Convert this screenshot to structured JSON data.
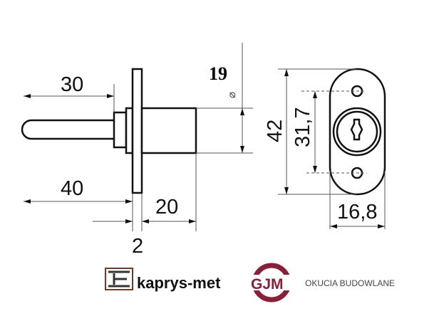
{
  "dimensions": {
    "pin_length": "30",
    "total_length": "40",
    "body_length": "20",
    "flange_thickness": "2",
    "diameter": "19",
    "diameter_symbol": "⌀",
    "height": "42",
    "hole_spacing": "31,7",
    "width": "16,8"
  },
  "logos": {
    "kaprys": "kaprys-met",
    "gjm": "GJM",
    "gjm_tagline": "OKUCIA BUDOWLANE"
  },
  "colors": {
    "line": "#111111",
    "gjm": "#8b1f3a",
    "kaprys": "#6b3a2a"
  }
}
